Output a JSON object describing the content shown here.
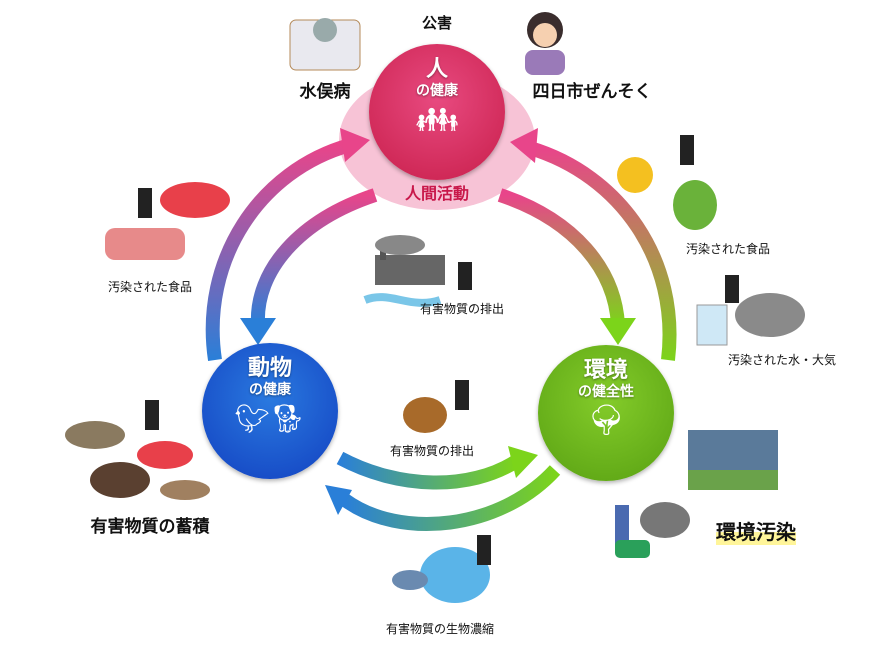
{
  "title": "公害",
  "colors": {
    "human": "#d9245e",
    "animal": "#1f5fd6",
    "environment": "#6cbf1c",
    "highlight": "#fff59a"
  },
  "human_circle": {
    "title": "人",
    "subtitle": "の健康",
    "activity": "人間活動",
    "icon": "family-icon"
  },
  "animal_circle": {
    "title": "動物",
    "subtitle": "の健康",
    "icon": "animals-icon"
  },
  "environment_circle": {
    "title": "環境",
    "subtitle": "の健全性",
    "icon": "tree-icon"
  },
  "labels": {
    "minamata": "水俣病",
    "yokkaichi": "四日市ぜんそく",
    "food_left": "汚染された食品",
    "food_right": "汚染された食品",
    "discharge_top": "有害物質の排出",
    "discharge_mid": "有害物質の排出",
    "water_air": "汚染された水・大気",
    "accumulation": "有害物質の蓄積",
    "pollution": "環境汚染",
    "bioconcentration": "有害物質の生物濃縮"
  }
}
